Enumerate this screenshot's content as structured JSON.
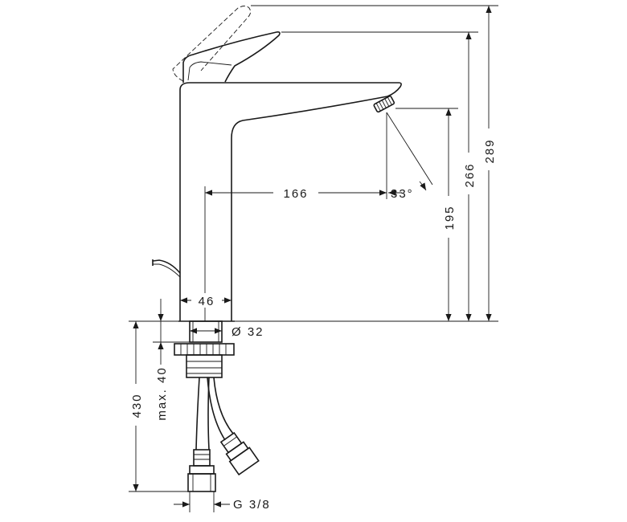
{
  "dimensions": {
    "total_height": "289",
    "lever_height": "266",
    "spout_clearance": "195",
    "spout_reach": "166",
    "swivel_angle": "33°",
    "base_width": "46",
    "hole_diameter": "Ø 32",
    "max_deck_thickness": "max. 40",
    "hose_length": "430",
    "connection_thread": "G 3/8"
  }
}
